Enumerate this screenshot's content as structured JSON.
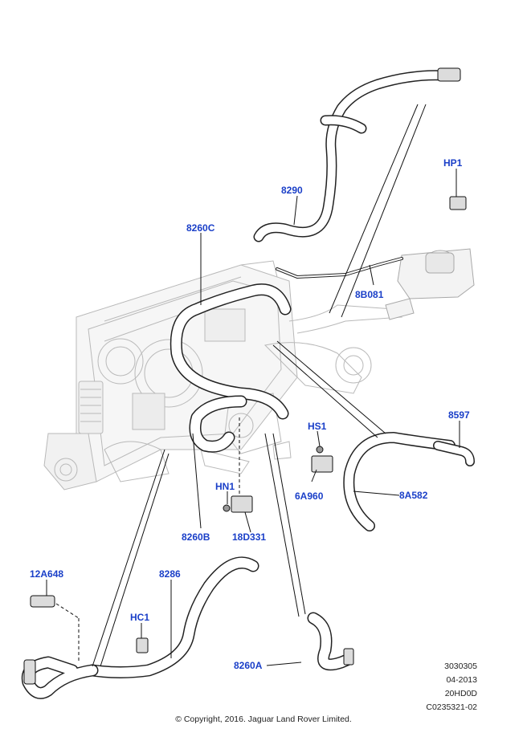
{
  "callouts": {
    "c8290": "8290",
    "cHP1": "HP1",
    "c8260C": "8260C",
    "c8B081": "8B081",
    "c8597": "8597",
    "cHS1": "HS1",
    "c6A960": "6A960",
    "c8A582": "8A582",
    "cHN1": "HN1",
    "c8260B": "8260B",
    "c18D331": "18D331",
    "c12A648": "12A648",
    "c8286": "8286",
    "cHC1": "HC1",
    "c8260A": "8260A"
  },
  "meta": {
    "ref": "3030305",
    "date": "04-2013",
    "code": "20HD0D",
    "id": "C0235321-02"
  },
  "copyright": "© Copyright, 2016. Jaguar Land Rover Limited."
}
